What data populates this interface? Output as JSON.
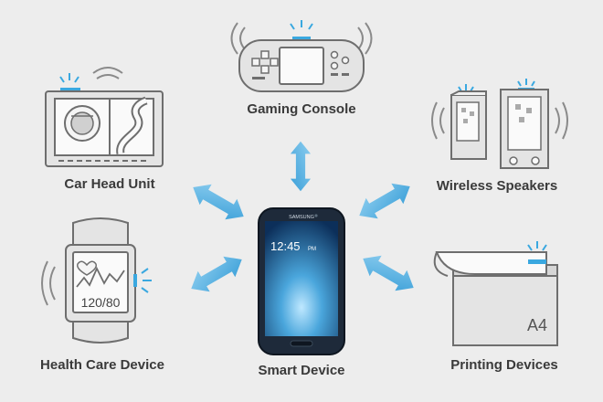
{
  "labels": {
    "gaming_console": "Gaming Console",
    "car_head_unit": "Car Head Unit",
    "wireless_speakers": "Wireless Speakers",
    "health_care_device": "Health Care Device",
    "smart_device": "Smart Device",
    "printing_devices": "Printing Devices"
  },
  "screens": {
    "phone_brand": "SAMSUNG",
    "phone_time": "12:45",
    "phone_time_suffix": "PM",
    "health_reading": "120/80",
    "paper_size": "A4"
  },
  "colors": {
    "background": "#ededed",
    "outline": "#6e6e6e",
    "device_fill": "#e4e4e4",
    "accent_blue": "#3aa8e0",
    "arrow_blue": "#53aee0",
    "label_text": "#3a3a3a"
  },
  "icons": [
    "gaming-console-icon",
    "car-head-unit-icon",
    "wireless-speakers-icon",
    "health-care-device-icon",
    "smartphone-icon",
    "printer-icon",
    "double-arrow-icon"
  ]
}
